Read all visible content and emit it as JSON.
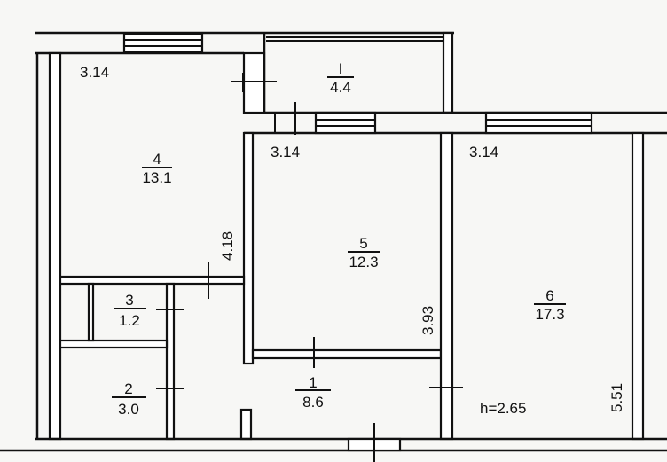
{
  "rooms": [
    {
      "number": "I",
      "area": "4.4"
    },
    {
      "number": "4",
      "area": "13.1"
    },
    {
      "number": "5",
      "area": "12.3"
    },
    {
      "number": "6",
      "area": "17.3"
    },
    {
      "number": "3",
      "area": "1.2"
    },
    {
      "number": "2",
      "area": "3.0"
    },
    {
      "number": "1",
      "area": "8.6"
    }
  ],
  "dimensions": {
    "room4_width": "3.14",
    "room5_width": "3.14",
    "room6_width": "3.14",
    "room4_depth": "4.18",
    "room5_depth": "3.93",
    "room6_depth": "5.51"
  },
  "ceiling_height": "h=2.65"
}
